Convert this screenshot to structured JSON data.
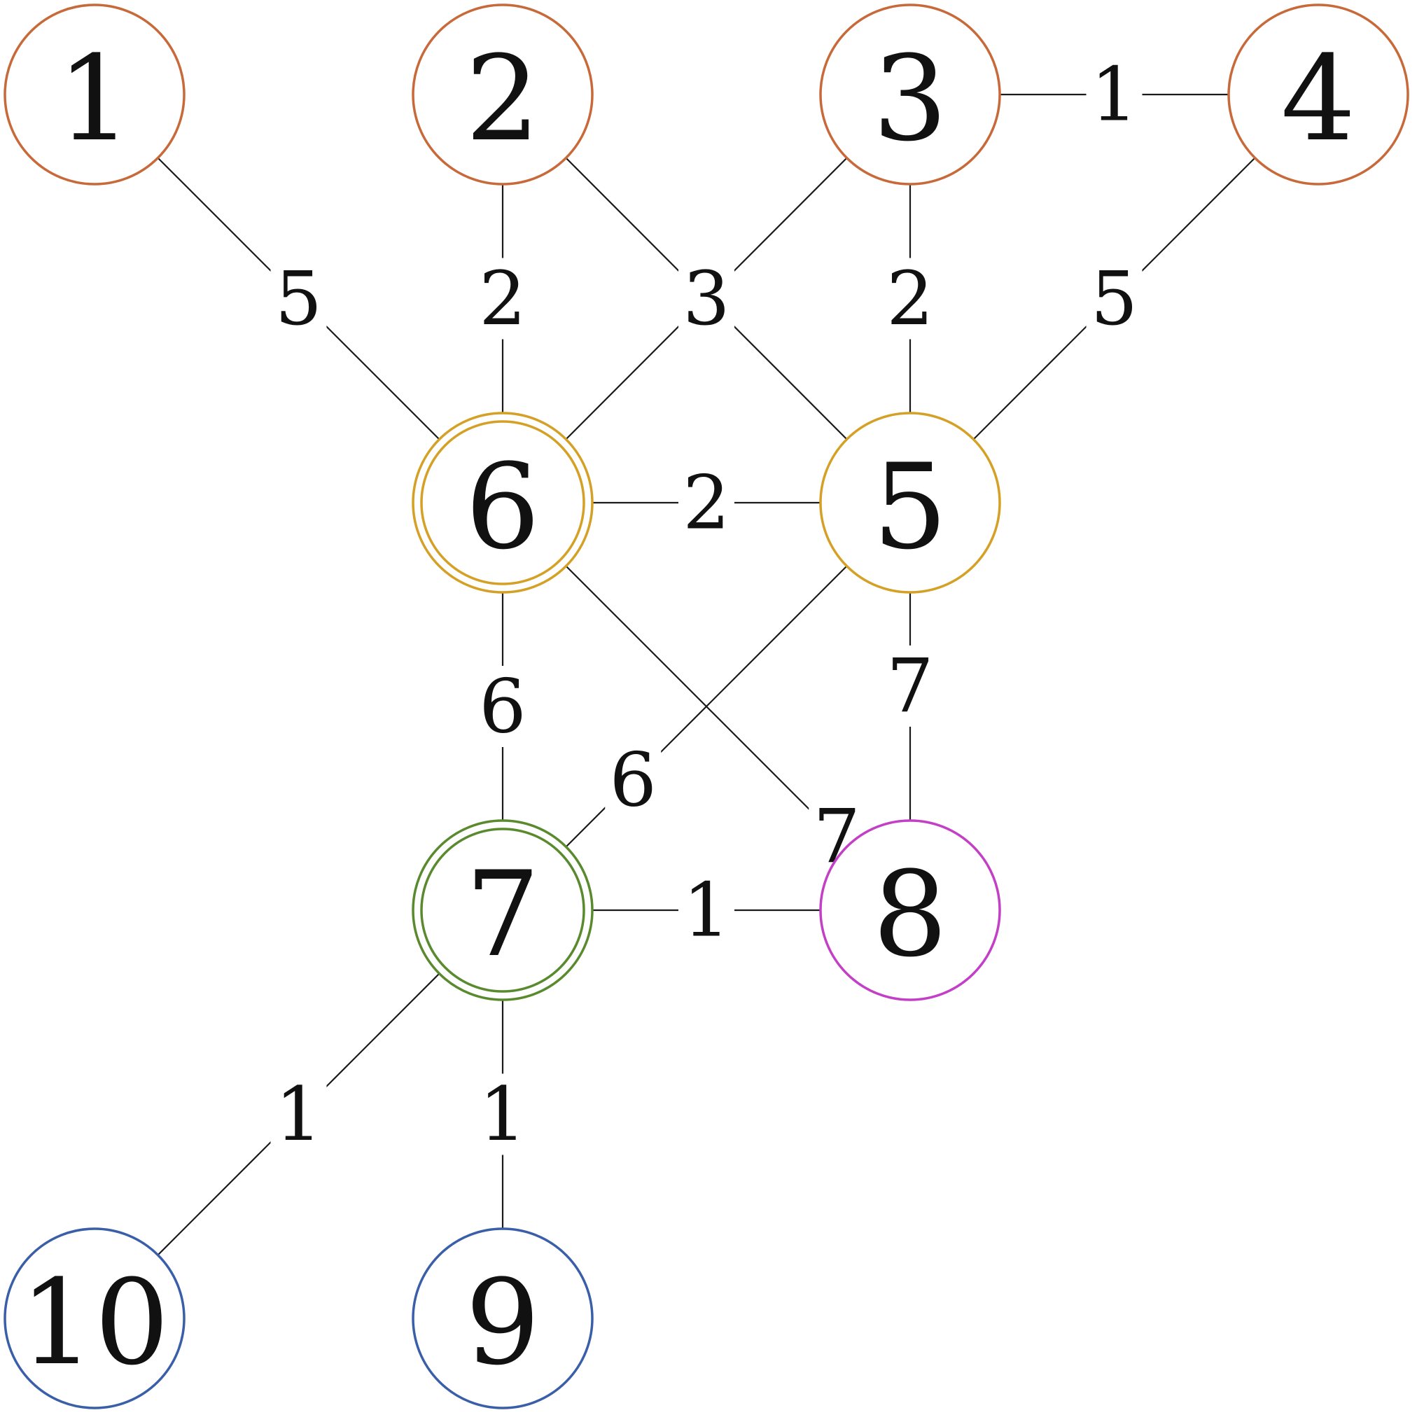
{
  "colors": {
    "orange": "#c8693a",
    "gold": "#d4a025",
    "green": "#5a8a2e",
    "magenta": "#c23fc6",
    "blue": "#3a5fa8",
    "edge": "#1a1a1a"
  },
  "nodes": [
    {
      "id": "1",
      "label": "1",
      "color": "orange",
      "double": false
    },
    {
      "id": "2",
      "label": "2",
      "color": "orange",
      "double": false
    },
    {
      "id": "3",
      "label": "3",
      "color": "orange",
      "double": false
    },
    {
      "id": "4",
      "label": "4",
      "color": "orange",
      "double": false
    },
    {
      "id": "5",
      "label": "5",
      "color": "gold",
      "double": false
    },
    {
      "id": "6",
      "label": "6",
      "color": "gold",
      "double": true
    },
    {
      "id": "7",
      "label": "7",
      "color": "green",
      "double": true
    },
    {
      "id": "8",
      "label": "8",
      "color": "magenta",
      "double": false
    },
    {
      "id": "9",
      "label": "9",
      "color": "blue",
      "double": false
    },
    {
      "id": "10",
      "label": "10",
      "color": "blue",
      "double": false
    }
  ],
  "edges": [
    {
      "from": "3",
      "to": "4",
      "weight": "1"
    },
    {
      "from": "1",
      "to": "6",
      "weight": "5"
    },
    {
      "from": "2",
      "to": "6",
      "weight": "2"
    },
    {
      "from": "2",
      "to": "5",
      "weight": "3"
    },
    {
      "from": "3",
      "to": "6",
      "weight": "3"
    },
    {
      "from": "3",
      "to": "5",
      "weight": "2"
    },
    {
      "from": "4",
      "to": "5",
      "weight": "5"
    },
    {
      "from": "6",
      "to": "5",
      "weight": "2"
    },
    {
      "from": "6",
      "to": "7",
      "weight": "6"
    },
    {
      "from": "5",
      "to": "7",
      "weight": "6"
    },
    {
      "from": "6",
      "to": "8",
      "weight": "7"
    },
    {
      "from": "5",
      "to": "8",
      "weight": "7"
    },
    {
      "from": "7",
      "to": "8",
      "weight": "1"
    },
    {
      "from": "7",
      "to": "10",
      "weight": "1"
    },
    {
      "from": "7",
      "to": "9",
      "weight": "1"
    }
  ]
}
